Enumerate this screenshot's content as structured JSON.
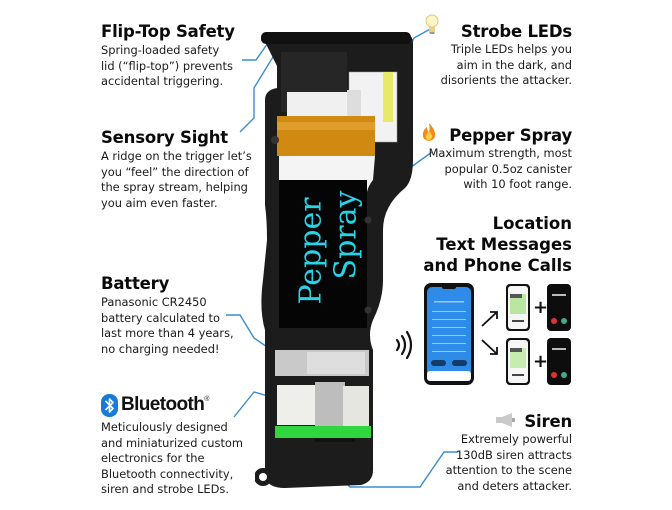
{
  "colors": {
    "callout_line": "#3a8fd0",
    "device_body": "#1c1c1c",
    "canister_label_text": "#27d3e6",
    "pcb_green": "#2fd640",
    "app_screen_blue": "#2e8be8"
  },
  "features": {
    "flip_top": {
      "title": "Flip-Top Safety",
      "description": "Spring-loaded safety\nlid (“flip-top”) prevents\naccidental triggering."
    },
    "strobe": {
      "icon": "lightbulb-icon",
      "title": "Strobe LEDs",
      "description": "Triple LEDs helps you\naim in the dark, and\ndisorients the attacker."
    },
    "sensory_sight": {
      "title": "Sensory Sight",
      "description": "A ridge on the trigger let’s\nyou “feel” the direction of\nthe spray stream, helping\nyou aim even faster."
    },
    "pepper_spray": {
      "icon": "fire-icon",
      "title": "Pepper Spray",
      "description": "Maximum strength, most\npopular 0.5oz canister\nwith 10 foot range."
    },
    "location": {
      "title": "Location\nText Messages\nand Phone Calls"
    },
    "battery": {
      "title": "Battery",
      "description": "Panasonic CR2450\nbattery calculated to\nlast more than 4 years,\nno charging needed!"
    },
    "bluetooth": {
      "icon": "bluetooth-icon",
      "title": "Bluetooth",
      "trademark": "®",
      "description": "Meticulously designed\nand miniaturized custom\nelectronics for the\nBluetooth connectivity,\nsiren and strobe LEDs."
    },
    "siren": {
      "icon": "megaphone-icon",
      "title": "Siren",
      "description": "Extremely powerful\n130dB siren attracts\nattention to the scene\nand deters attacker."
    }
  },
  "device": {
    "canister_label_line1": "Pepper",
    "canister_label_line2": "Spray"
  },
  "phones": {
    "connectivity_icon": "wireless-signal-icon",
    "plus_sign": "+"
  }
}
